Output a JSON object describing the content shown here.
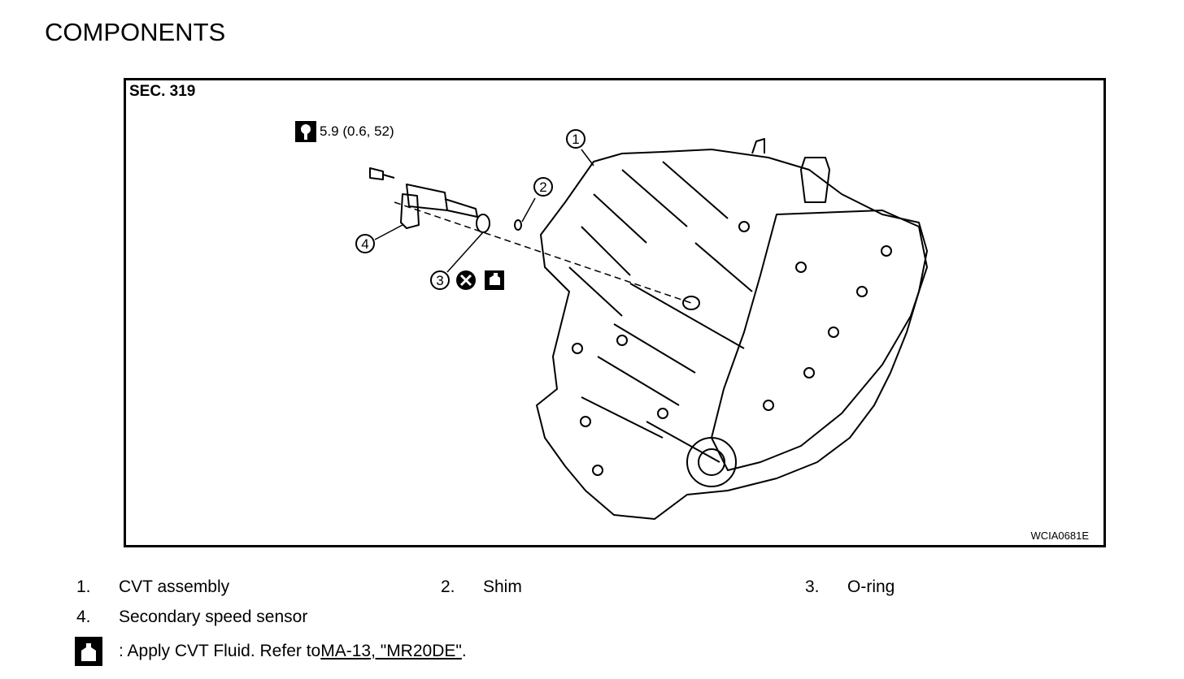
{
  "page": {
    "title": "COMPONENTS"
  },
  "figure": {
    "section": "SEC. 319",
    "code": "WCIA0681E",
    "torque": "5.9 (0.6, 52)",
    "callouts": [
      "1",
      "2",
      "3",
      "4"
    ],
    "icons": [
      "torque-wrench-icon",
      "do-not-reuse-icon",
      "cvt-fluid-icon"
    ]
  },
  "legend": [
    {
      "num": "1.",
      "label": "CVT assembly"
    },
    {
      "num": "2.",
      "label": "Shim"
    },
    {
      "num": "3.",
      "label": "O-ring"
    },
    {
      "num": "4.",
      "label": "Secondary speed sensor"
    }
  ],
  "note": {
    "text": ": Apply CVT Fluid. Refer to ",
    "link": "MA-13, \"MR20DE\"",
    "after": "."
  }
}
